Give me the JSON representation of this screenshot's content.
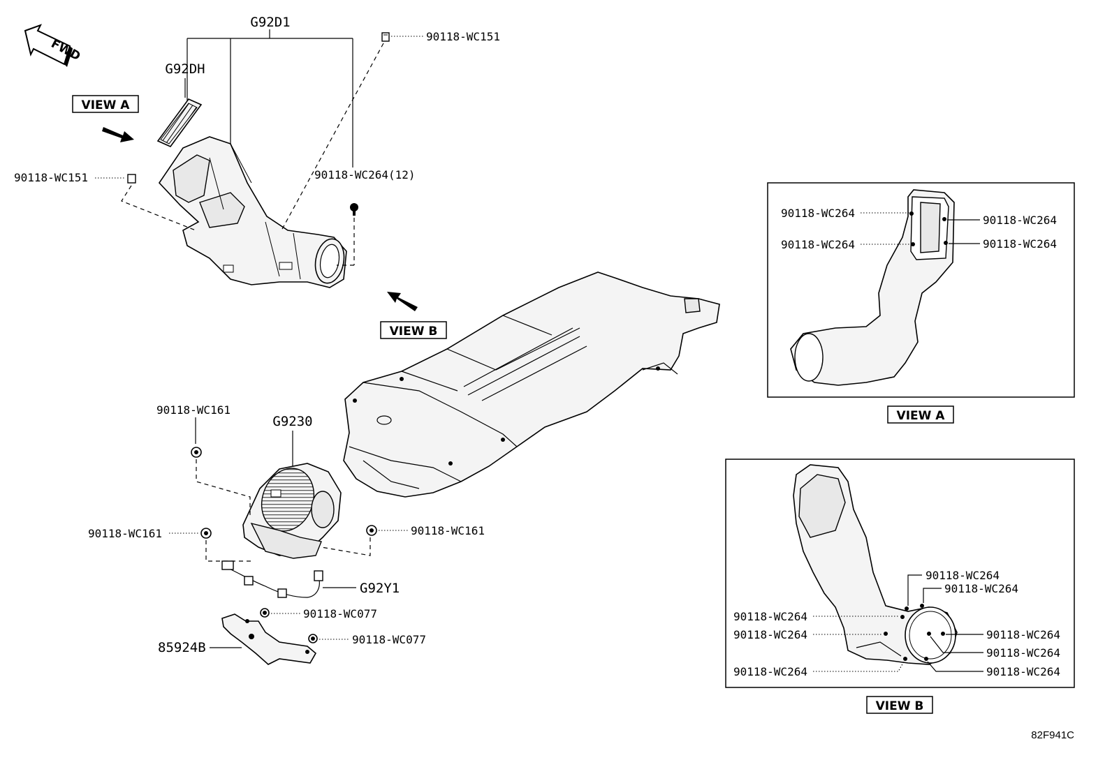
{
  "diagram": {
    "fwd_label": "FWD",
    "diagram_code": "82F941C",
    "view_tags": {
      "view_a_top": "VIEW A",
      "view_b_mid": "VIEW B",
      "view_a_inset": "VIEW A",
      "view_b_inset": "VIEW B"
    },
    "part_labels": {
      "g92d1": "G92D1",
      "g92dh": "G92DH",
      "g9230": "G9230",
      "g92y1": "G92Y1",
      "p85924b": "85924B"
    },
    "fasteners": {
      "wc151_top": "90118-WC151",
      "wc151_left": "90118-WC151",
      "wc264_12": "90118-WC264(12)",
      "wc161_top": "90118-WC161",
      "wc161_left": "90118-WC161",
      "wc161_right": "90118-WC161",
      "wc077_a": "90118-WC077",
      "wc077_b": "90118-WC077"
    },
    "view_a_labels": [
      "90118-WC264",
      "90118-WC264",
      "90118-WC264",
      "90118-WC264"
    ],
    "view_b_labels": [
      "90118-WC264",
      "90118-WC264",
      "90118-WC264",
      "90118-WC264",
      "90118-WC264",
      "90118-WC264",
      "90118-WC264",
      "90118-WC264"
    ]
  }
}
